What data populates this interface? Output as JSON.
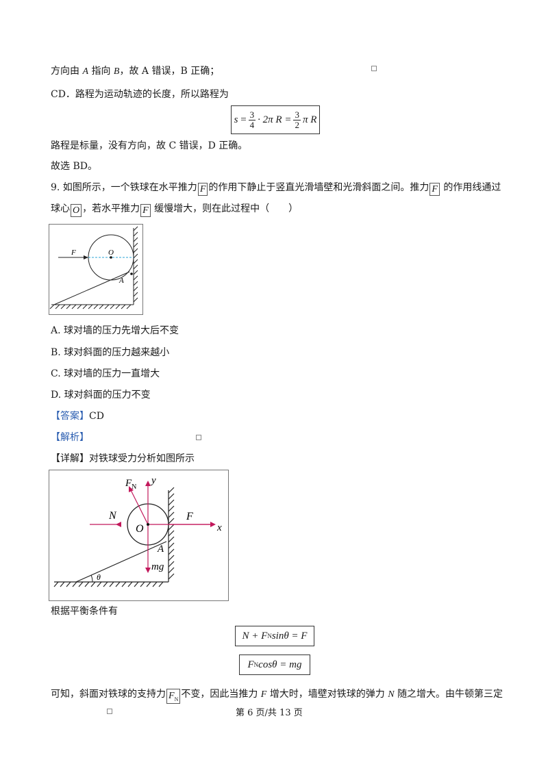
{
  "lines": {
    "l1_a": "方向由",
    "l1_A": "A",
    "l1_b": "指向",
    "l1_B": "B",
    "l1_c": "，故 A 错误，B 正确；",
    "cd": "CD．路程为运动轨迹的长度，所以路程为",
    "scalar": "路程是标量，没有方向，故 C 错误，D 正确。",
    "choose": "故选 BD。",
    "q9_a": "9. 如图所示，一个铁球在水平推力",
    "q9_b": "的作用下静止于竖直光滑墙壁和光滑斜面之间。推力",
    "q9_c": "的作用线通过",
    "q9_d": "球心",
    "q9_e": "，若水平推力",
    "q9_f": "缓慢增大，则在此过程中（　　）",
    "reason": "根据平衡条件有",
    "conc_a": "可知，斜面对铁球的支持力",
    "conc_b": "不变，因此当推力",
    "conc_F": "F",
    "conc_c": "增大时，墙壁对铁球的弹力",
    "conc_N": "N",
    "conc_d": "随之增大。由牛顿第三定"
  },
  "symbols": {
    "F": "F",
    "O": "O",
    "FN": "F",
    "N_sub": "N"
  },
  "formula_s": {
    "s": "s",
    "eq": "=",
    "n1": "3",
    "d1": "4",
    "mid": "· 2π R =",
    "n2": "3",
    "d2": "2",
    "end": "π R"
  },
  "formula1": {
    "pre": "N + F",
    "sub": "N",
    "post": " sinθ = F"
  },
  "formula2": {
    "pre": "F",
    "sub": "N",
    "post": " cosθ = mg"
  },
  "options": [
    "A.  球对墙的压力先增大后不变",
    "B.  球对斜面的压力越来越小",
    "C.  球对墙的压力一直增大",
    "D.  球对斜面的压力不变"
  ],
  "answer_tag": "【答案】",
  "answer_value": "CD",
  "analysis_tag": "【解析】",
  "detail_tag": "【详解】",
  "detail_text": "对铁球受力分析如图所示",
  "fig1": {
    "F": "F",
    "O": "O",
    "A": "A"
  },
  "fig2": {
    "FN": "F",
    "FN_sub": "N",
    "y": "y",
    "N": "N",
    "F": "F",
    "x": "x",
    "O": "O",
    "A": "A",
    "mg": "mg",
    "theta": "θ"
  },
  "footer": "第 6 页/共 13 页",
  "colors": {
    "tag": "#2a5db0",
    "arrow": "#c2185b",
    "dash": "#29a3d6"
  }
}
